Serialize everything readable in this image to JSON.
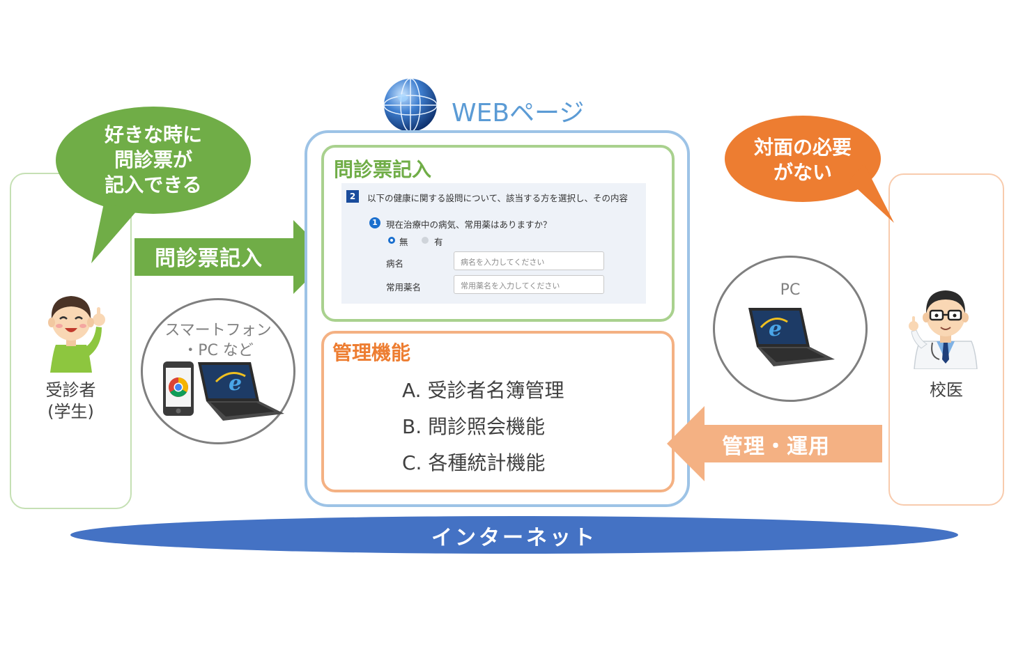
{
  "web_page": {
    "title": "WEBページ"
  },
  "student": {
    "label_line1": "受診者",
    "label_line2": "(学生)",
    "bubble_lines": [
      "好きな時に",
      "問診票が",
      "記入できる"
    ],
    "device_circle": {
      "lines": [
        "スマートフォン",
        "・PC など"
      ]
    },
    "arrow_label": "問診票記入"
  },
  "doctor": {
    "label": "校医",
    "bubble_lines": [
      "対面の必要",
      "がない"
    ],
    "device_circle": {
      "label": "PC"
    },
    "arrow_label": "管理・運用"
  },
  "questionnaire_section": {
    "title": "問診票記入",
    "form": {
      "step_number": "2",
      "instruction": "以下の健康に関する設問について、該当する方を選択し、その内容",
      "question_number": "1",
      "question": "現在治療中の病気、常用薬はありますか？",
      "options": [
        "無",
        "有"
      ],
      "selected_option": "無",
      "fields": [
        {
          "label": "病名",
          "placeholder": "病名を入力してください"
        },
        {
          "label": "常用薬名",
          "placeholder": "常用薬名を入力してください"
        }
      ]
    }
  },
  "management_section": {
    "title": "管理機能",
    "items": [
      "A. 受診者名簿管理",
      "B. 問診照会機能",
      "C. 各種統計機能"
    ]
  },
  "internet": {
    "label": "インターネット"
  },
  "colors": {
    "green": "#70ad47",
    "light_green": "#a9d18e",
    "orange": "#ed7d31",
    "light_orange": "#f4b183",
    "blue_frame": "#9dc3e6",
    "internet_blue": "#4472c4",
    "title_blue": "#5b9bd5"
  }
}
